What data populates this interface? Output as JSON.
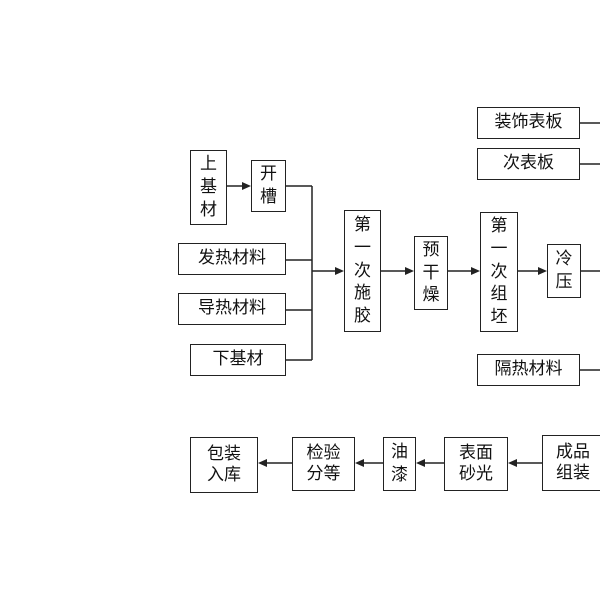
{
  "diagram": {
    "nodes": {
      "upper_substrate": "上\n基\n材",
      "slotting": "开\n槽",
      "heating_material": "发热材料",
      "conductive_material": "导热材料",
      "lower_substrate": "下基材",
      "first_glue": "第\n一\n次\n施\n胶",
      "pre_dry": "预\n干\n燥",
      "first_assembly": "第\n一\n次\n组\n坯",
      "cold_press": "冷\n压",
      "decor_panel": "装饰表板",
      "secondary_panel": "次表板",
      "insulation_material": "隔热材料",
      "product_assembly": "成品\n组装",
      "surface_sanding": "表面\n砂光",
      "painting": "油\n漆",
      "inspection": "检验\n分等",
      "packaging": "包装\n入库"
    }
  }
}
